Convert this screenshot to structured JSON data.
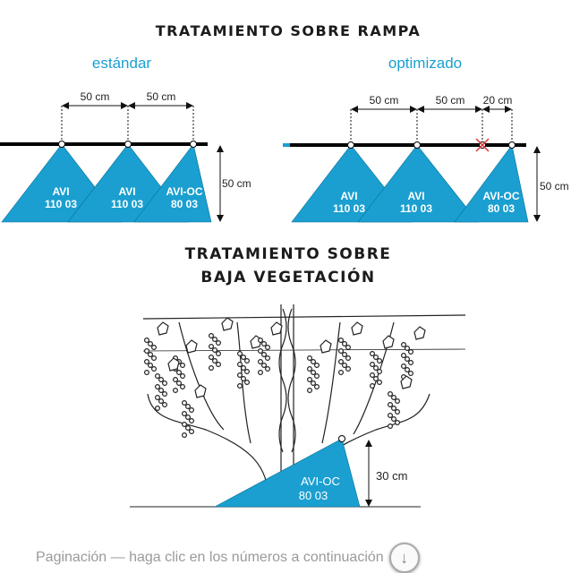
{
  "titles": {
    "ramp": "TRATAMIENTO SOBRE RAMPA",
    "low_line1": "TRATAMIENTO SOBRE",
    "low_line2": "BAJA VEGETACIÓN"
  },
  "standard": {
    "label": "estándar",
    "spacing": [
      "50  cm",
      "50  cm"
    ],
    "height": "50  cm",
    "nozzles": [
      {
        "name": "AVI",
        "code": "110 03"
      },
      {
        "name": "AVI",
        "code": "110 03"
      },
      {
        "name": "AVI-OC",
        "code": "80 03"
      }
    ]
  },
  "optimized": {
    "label": "optimizado",
    "spacing": [
      "50  cm",
      "50  cm",
      "20  cm"
    ],
    "height": "50  cm",
    "nozzles": [
      {
        "name": "AVI",
        "code": "110 03"
      },
      {
        "name": "AVI",
        "code": "110 03"
      },
      {
        "name": "AVI-OC",
        "code": "80 03"
      }
    ]
  },
  "low": {
    "nozzle": {
      "name": "AVI-OC",
      "code": "80 03"
    },
    "height": "30  cm"
  },
  "footer": {
    "text": "Paginación — haga clic en los números a continuación",
    "icon": "arrow-down-circle-icon"
  },
  "colors": {
    "spray": "#1a9fd0"
  }
}
